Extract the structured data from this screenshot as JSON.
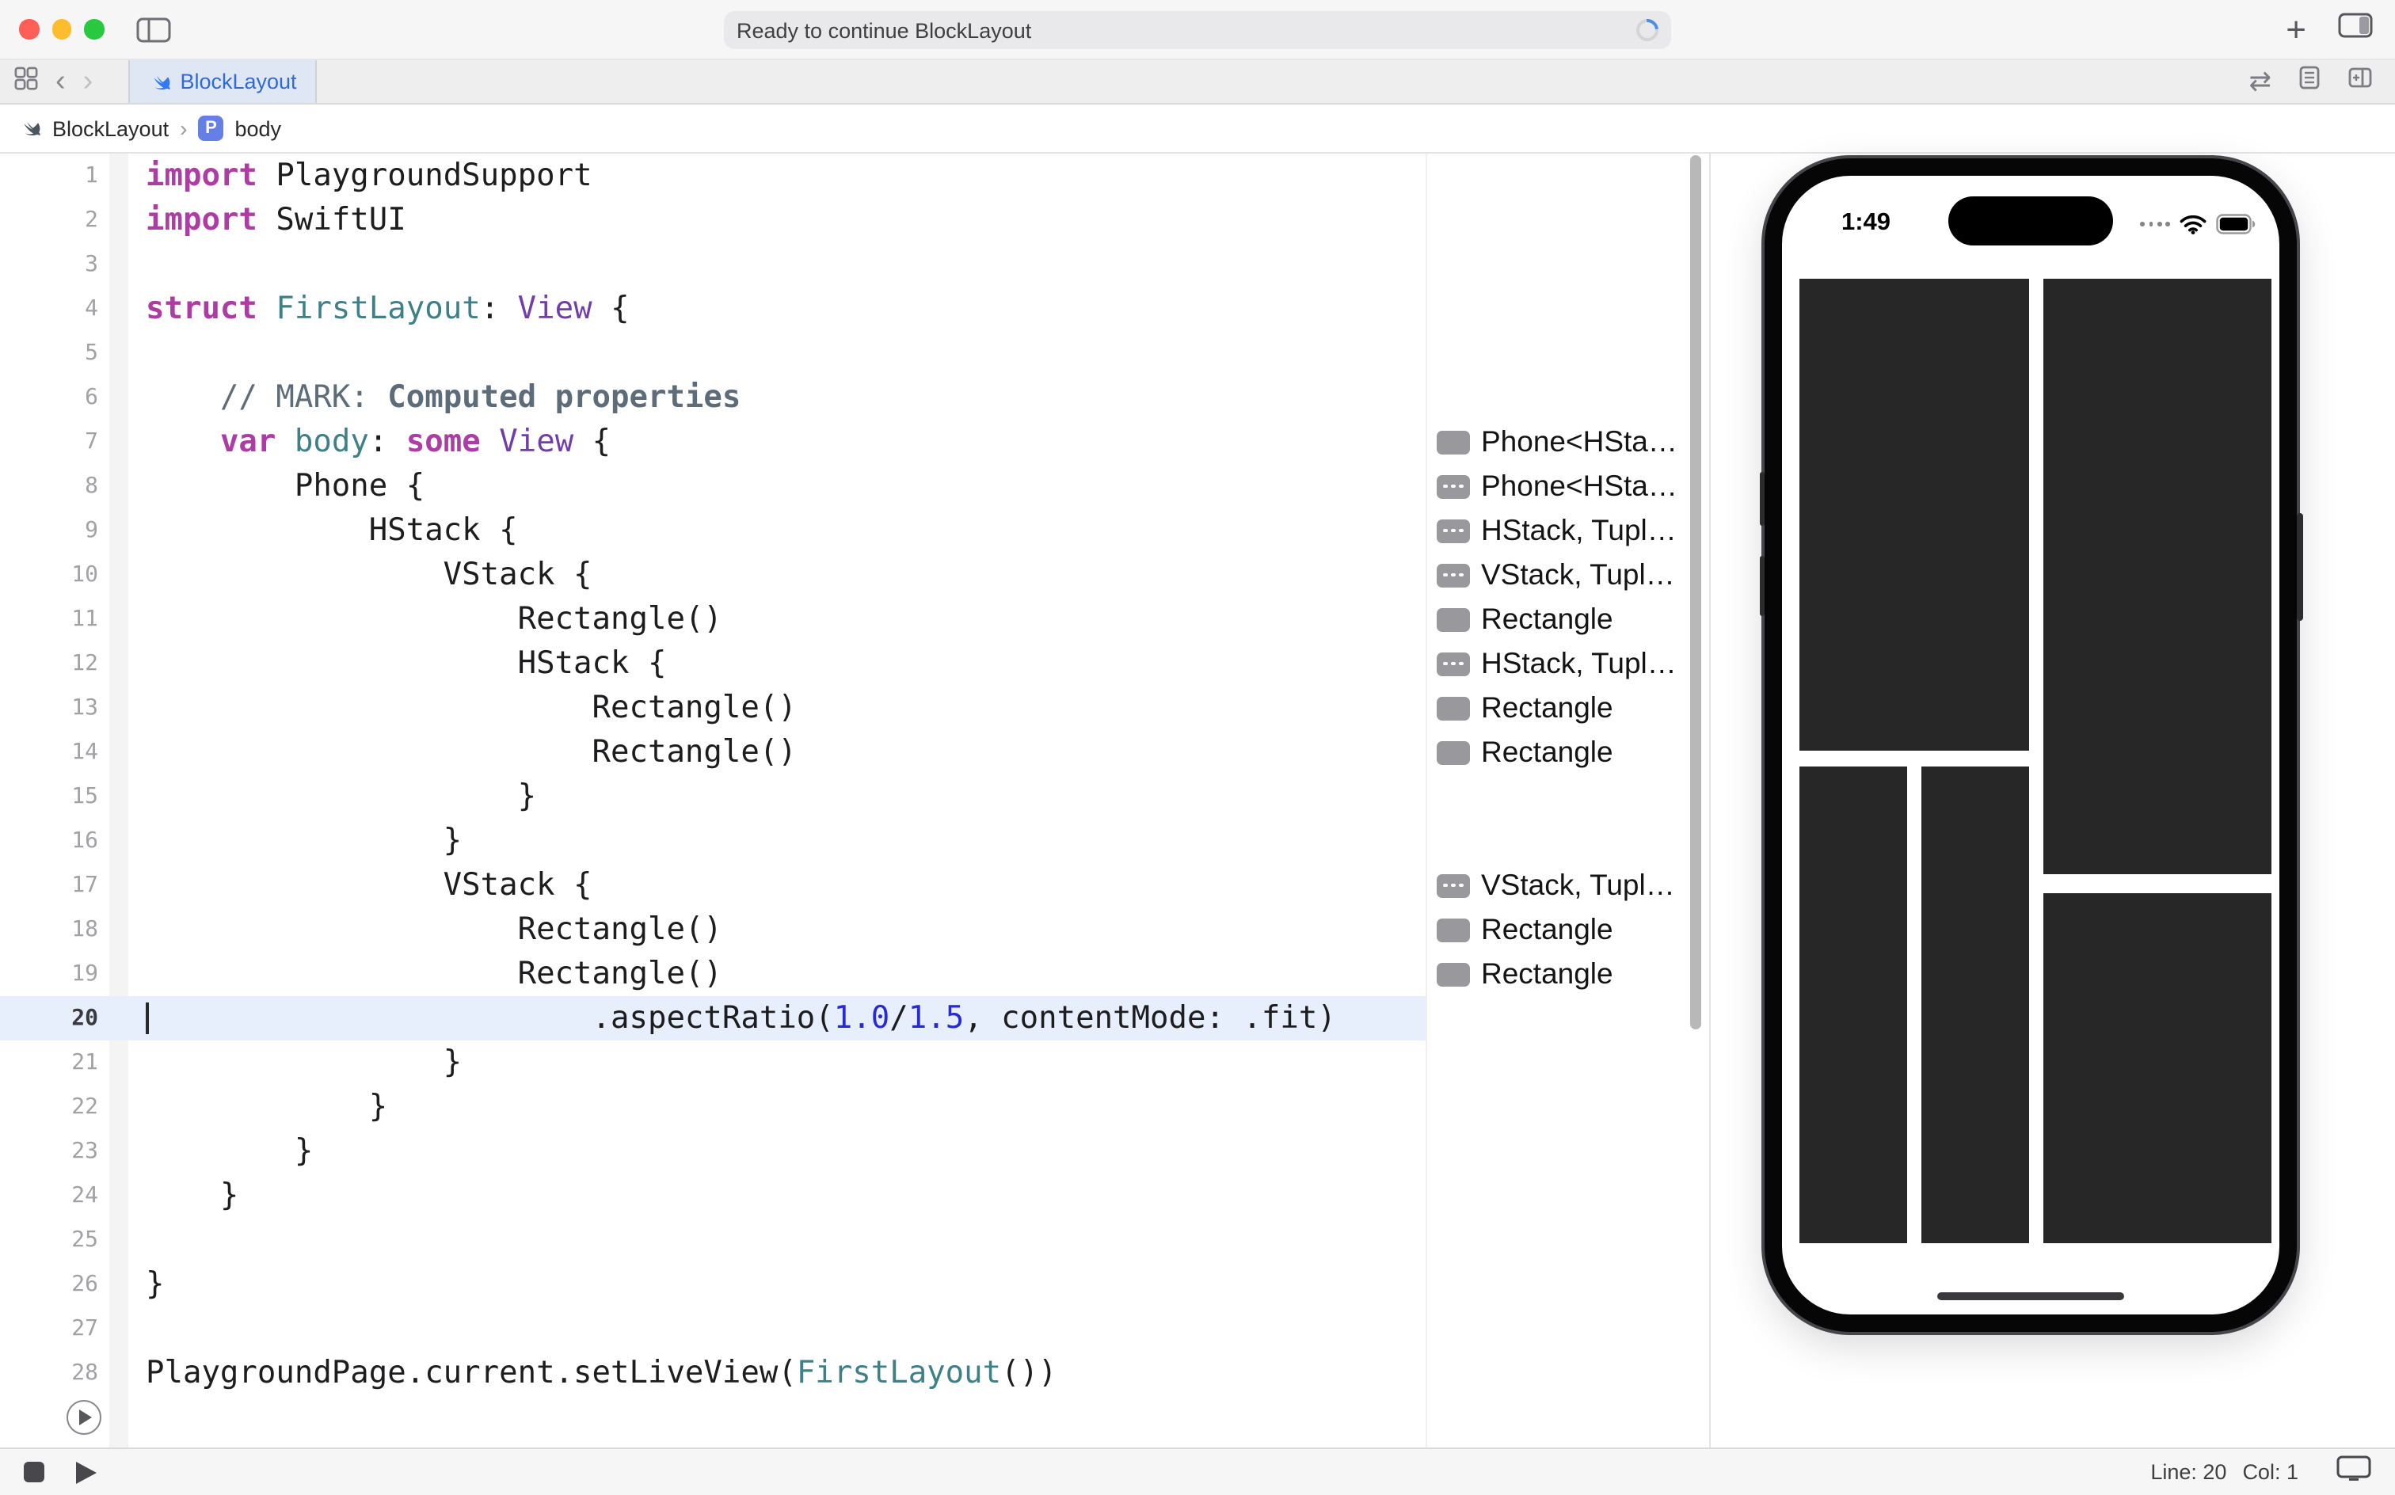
{
  "colors": {
    "accent_blue": "#3478f6",
    "tab_text": "#2e6bd6",
    "keyword": "#ad3da4",
    "type_name": "#703daa",
    "declaration": "#3e8087",
    "number": "#272ad8",
    "comment": "#5d6c79",
    "plain_code": "#1d1d1f",
    "line_highlight": "#e6effb",
    "block": "#272727",
    "badge_property": "#667fe6"
  },
  "icons": {
    "chevron_left": "‹",
    "chevron_right": "›",
    "plus": "+",
    "sync_arrows": "⇄",
    "breadcrumb_separator": "›"
  },
  "titlebar": {
    "status_text": "Ready to continue BlockLayout"
  },
  "tabbar": {
    "active_tab": "BlockLayout"
  },
  "jumpbar": {
    "file": "BlockLayout",
    "symbol": "body",
    "symbol_badge": "P"
  },
  "editor": {
    "current_line": 20,
    "cursor_col": 1,
    "lines": [
      {
        "n": 1,
        "tokens": [
          [
            "kw",
            "import"
          ],
          [
            "pl",
            " PlaygroundSupport"
          ]
        ]
      },
      {
        "n": 2,
        "tokens": [
          [
            "kw",
            "import"
          ],
          [
            "pl",
            " SwiftUI"
          ]
        ]
      },
      {
        "n": 3,
        "tokens": []
      },
      {
        "n": 4,
        "tokens": [
          [
            "kw",
            "struct"
          ],
          [
            "pl",
            " "
          ],
          [
            "decl",
            "FirstLayout"
          ],
          [
            "pl",
            ": "
          ],
          [
            "type",
            "View"
          ],
          [
            "pl",
            " {"
          ]
        ]
      },
      {
        "n": 5,
        "tokens": []
      },
      {
        "n": 6,
        "tokens": [
          [
            "cm",
            "    // MARK: "
          ],
          [
            "cmb",
            "Computed properties"
          ]
        ]
      },
      {
        "n": 7,
        "tokens": [
          [
            "pl",
            "    "
          ],
          [
            "kw",
            "var"
          ],
          [
            "pl",
            " "
          ],
          [
            "decl",
            "body"
          ],
          [
            "pl",
            ": "
          ],
          [
            "kw",
            "some"
          ],
          [
            "pl",
            " "
          ],
          [
            "type",
            "View"
          ],
          [
            "pl",
            " {"
          ]
        ]
      },
      {
        "n": 8,
        "tokens": [
          [
            "pl",
            "        Phone {"
          ]
        ]
      },
      {
        "n": 9,
        "tokens": [
          [
            "pl",
            "            HStack {"
          ]
        ]
      },
      {
        "n": 10,
        "tokens": [
          [
            "pl",
            "                VStack {"
          ]
        ]
      },
      {
        "n": 11,
        "tokens": [
          [
            "pl",
            "                    Rectangle()"
          ]
        ]
      },
      {
        "n": 12,
        "tokens": [
          [
            "pl",
            "                    HStack {"
          ]
        ]
      },
      {
        "n": 13,
        "tokens": [
          [
            "pl",
            "                        Rectangle()"
          ]
        ]
      },
      {
        "n": 14,
        "tokens": [
          [
            "pl",
            "                        Rectangle()"
          ]
        ]
      },
      {
        "n": 15,
        "tokens": [
          [
            "pl",
            "                    }"
          ]
        ]
      },
      {
        "n": 16,
        "tokens": [
          [
            "pl",
            "                }"
          ]
        ]
      },
      {
        "n": 17,
        "tokens": [
          [
            "pl",
            "                VStack {"
          ]
        ]
      },
      {
        "n": 18,
        "tokens": [
          [
            "pl",
            "                    Rectangle()"
          ]
        ]
      },
      {
        "n": 19,
        "tokens": [
          [
            "pl",
            "                    Rectangle()"
          ]
        ]
      },
      {
        "n": 20,
        "tokens": [
          [
            "pl",
            "                        .aspectRatio("
          ],
          [
            "num",
            "1.0"
          ],
          [
            "pl",
            "/"
          ],
          [
            "num",
            "1.5"
          ],
          [
            "pl",
            ", contentMode: .fit)"
          ]
        ]
      },
      {
        "n": 21,
        "tokens": [
          [
            "pl",
            "                }"
          ]
        ]
      },
      {
        "n": 22,
        "tokens": [
          [
            "pl",
            "            }"
          ]
        ]
      },
      {
        "n": 23,
        "tokens": [
          [
            "pl",
            "        }"
          ]
        ]
      },
      {
        "n": 24,
        "tokens": [
          [
            "pl",
            "    }"
          ]
        ]
      },
      {
        "n": 25,
        "tokens": []
      },
      {
        "n": 26,
        "tokens": [
          [
            "pl",
            "}"
          ]
        ]
      },
      {
        "n": 27,
        "tokens": []
      },
      {
        "n": 28,
        "tokens": [
          [
            "pl",
            "PlaygroundPage.current.setLiveView("
          ],
          [
            "decl",
            "FirstLayout"
          ],
          [
            "pl",
            "())"
          ]
        ]
      }
    ]
  },
  "results": [
    {
      "line": 7,
      "icon": "solid",
      "label": "Phone<HSta…"
    },
    {
      "line": 8,
      "icon": "dots",
      "label": "Phone<HSta…"
    },
    {
      "line": 9,
      "icon": "dots",
      "label": "HStack, Tupl…"
    },
    {
      "line": 10,
      "icon": "dots",
      "label": "VStack, Tupl…"
    },
    {
      "line": 11,
      "icon": "solid",
      "label": "Rectangle"
    },
    {
      "line": 12,
      "icon": "dots",
      "label": "HStack, Tupl…"
    },
    {
      "line": 13,
      "icon": "solid",
      "label": "Rectangle"
    },
    {
      "line": 14,
      "icon": "solid",
      "label": "Rectangle"
    },
    {
      "line": 17,
      "icon": "dots",
      "label": "VStack, Tupl…"
    },
    {
      "line": 18,
      "icon": "solid",
      "label": "Rectangle"
    },
    {
      "line": 19,
      "icon": "solid",
      "label": "Rectangle"
    }
  ],
  "preview": {
    "time": "1:49"
  },
  "statusbar": {
    "line_label": "Line: 20",
    "col_label": "Col: 1"
  }
}
